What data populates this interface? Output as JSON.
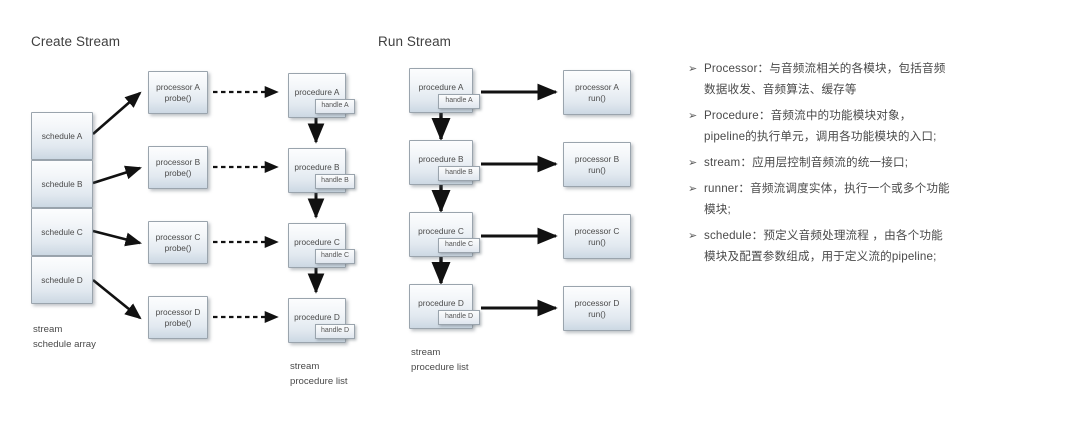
{
  "sections": {
    "create": {
      "title": "Create Stream",
      "caption_line1": "stream",
      "caption_line2": "schedule array",
      "procedure_caption_line1": "stream",
      "procedure_caption_line2": "procedure list",
      "schedules": [
        {
          "label": "schedule A"
        },
        {
          "label": "schedule B"
        },
        {
          "label": "schedule C"
        },
        {
          "label": "schedule D"
        }
      ],
      "processors": [
        {
          "line1": "processor A",
          "line2": "probe()"
        },
        {
          "line1": "processor B",
          "line2": "probe()"
        },
        {
          "line1": "processor C",
          "line2": "probe()"
        },
        {
          "line1": "processor D",
          "line2": "probe()"
        }
      ],
      "procedures": [
        {
          "label": "procedure A",
          "handle": "handle A"
        },
        {
          "label": "procedure B",
          "handle": "handle B"
        },
        {
          "label": "procedure C",
          "handle": "handle C"
        },
        {
          "label": "procedure D",
          "handle": "handle D"
        }
      ]
    },
    "run": {
      "title": "Run Stream",
      "caption_line1": "stream",
      "caption_line2": "procedure list",
      "procedures": [
        {
          "label": "procedure A",
          "handle": "handle A"
        },
        {
          "label": "procedure B",
          "handle": "handle B"
        },
        {
          "label": "procedure C",
          "handle": "handle C"
        },
        {
          "label": "procedure D",
          "handle": "handle D"
        }
      ],
      "processors": [
        {
          "line1": "processor A",
          "line2": "run()"
        },
        {
          "line1": "processor B",
          "line2": "run()"
        },
        {
          "line1": "processor C",
          "line2": "run()"
        },
        {
          "line1": "processor D",
          "line2": "run()"
        }
      ]
    }
  },
  "notes": {
    "bullet_glyph": "➢",
    "items": [
      {
        "lines": [
          "Processor：与音频流相关的各模块，包括音频",
          "数据收发、音频算法、缓存等"
        ]
      },
      {
        "lines": [
          "Procedure：音频流中的功能模块对象，",
          "pipeline的执行单元，调用各功能模块的入口;"
        ]
      },
      {
        "lines": [
          "stream：应用层控制音频流的统一接口;"
        ]
      },
      {
        "lines": [
          "runner：音频流调度实体，执行一个或多个功能",
          "模块;"
        ]
      },
      {
        "lines": [
          "schedule：预定义音频处理流程 ，由各个功能",
          "模块及配置参数组成，用于定义流的pipeline;"
        ]
      }
    ]
  },
  "colors": {
    "box_border": "#9aa4ad",
    "box_fill_top": "#fcfdfe",
    "box_fill_bottom": "#ccd8e3",
    "arrow": "#111111",
    "text": "#4a4a4a",
    "background": "#ffffff"
  }
}
